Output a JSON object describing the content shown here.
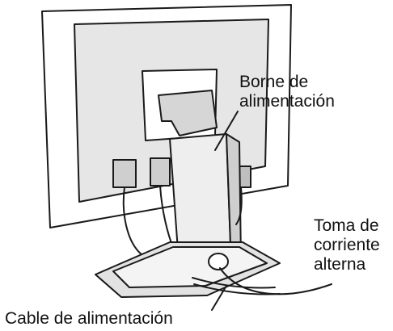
{
  "labels": {
    "power_terminal": [
      "Borne de",
      "alimentación"
    ],
    "ac_outlet": [
      "Toma de",
      "corriente",
      "alterna"
    ],
    "power_cable": "Cable de alimentación"
  }
}
